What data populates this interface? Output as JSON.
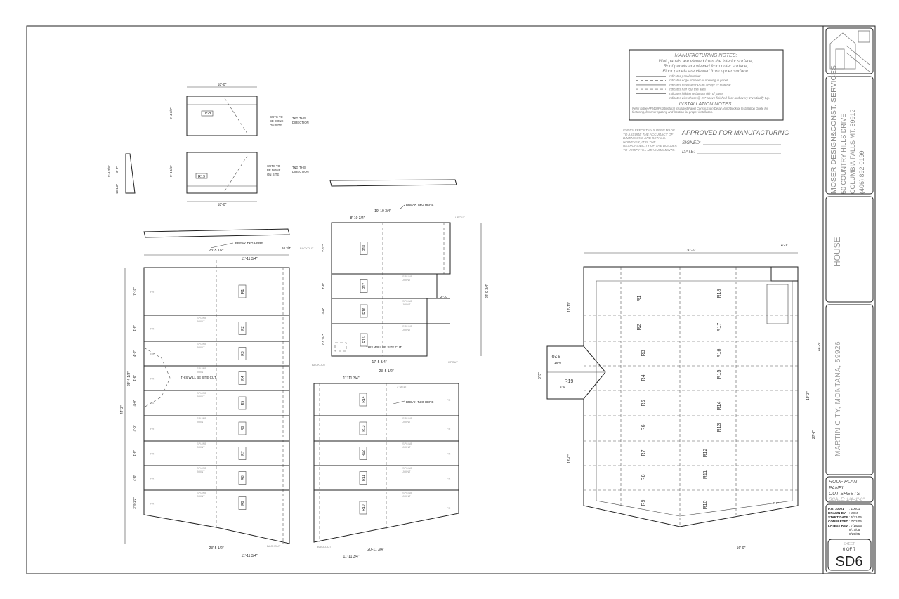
{
  "notes": {
    "title": "MANUFACTURING NOTES:",
    "lines": [
      "Wall panels are viewed from the interior surface,",
      "Roof panels are viewed from outer surface,",
      "Floor panels are viewed from upper surface."
    ],
    "legend": [
      "Indicates panel number",
      "Indicates edge of panel or opening in panel",
      "Indicates recessed EPS to accept 2x material",
      "Indicates half rout this area",
      "Indicates hidden or bottom skin of panel",
      "Indicates wire chase @ 15\" above finished floor and every 4' vertically typ."
    ],
    "install_title": "INSTALLATION NOTES:",
    "install_text": "Refer to the AFM/SIPs Structural Insulated Panel Construction Detail Hand book or Installation Guide for fastening, fastener spacing and location for proper installation."
  },
  "approval": {
    "disclaimer": "EVERY EFFORT HAS BEEN MADE TO ASSURE THE ACCURACY OF DIMENSIONS AND DETAILS. HOWEVER, IT IS THE RESPONSIBILITY OF THE BUILDER TO VERIFY ALL MEASUREMENTS.",
    "title": "APPROVED FOR MANUFACTURING",
    "signed": "SIGNED:",
    "date": "DATE:"
  },
  "title_block": {
    "company": "MOSER DESIGN&CONST. SERVICES",
    "address": "50 COUNTRY HILLS DRIVE",
    "city": "COLUMBIA FALLS MT. 59912",
    "phone": "(406) 892-0199",
    "project": "HOUSE",
    "location": "MARTIN CITY, MONTANA, 59926",
    "drawing_title": [
      "ROOF PLAN",
      "PANEL",
      "CUT SHEETS"
    ],
    "scale": "SCALE: 1/4=1'-0\"",
    "info": [
      [
        "P.O. 10001",
        ": 10001"
      ],
      [
        "DRAWN BY",
        ": JDM"
      ],
      [
        "START DATE",
        ": 5/31/05"
      ],
      [
        "COMPLETED",
        ": 7/02/05"
      ],
      [
        "LATEST REV.",
        ": 7/18/05"
      ],
      [
        "",
        "8/17/05"
      ],
      [
        "",
        "8/25/05"
      ]
    ],
    "sheet_label": "SHEET",
    "sheet_count": "6 OF 7",
    "sheet_id": "SD6"
  },
  "top_details": {
    "width_dim": "18'-0\"",
    "panel_r20": "R20",
    "panel_r19": "R19",
    "cuts_note": [
      "CUTS TO",
      "BE DONE",
      "ON SITE"
    ],
    "tg_note": [
      "T&G THIS",
      "DIRECTION"
    ],
    "heights": [
      "6'-4 3/8\"",
      "5'-4 1/2\""
    ],
    "small_dims": [
      "5'-9 3/8\"",
      "3'-3\"",
      "10 1/2\""
    ]
  },
  "left_panel": {
    "top_dim": "23'-5 1/2\"",
    "half_dim": "11'-11 3/4\"",
    "edge_dim": "10 3/4\"",
    "break_note": "BREAK T&G HERE",
    "site_cut": "THIS WILL BE SITE CUT",
    "overall": "44'-3\"",
    "partial": "29'-4 1/2\"",
    "rows": [
      "R9",
      "R8",
      "R7",
      "R6",
      "R5",
      "R4",
      "R3",
      "R2",
      "R1"
    ],
    "row_dims": [
      "7'-10\"",
      "4'-0\"",
      "4'-0\"",
      "4'-0\"",
      "4'-0\"",
      "4'-0\"",
      "4'-0\"",
      "4'-0\"",
      "3'-9 1/2\""
    ],
    "spline": "SPLINE",
    "joint": "JOINT",
    "backout": "BACKOUT",
    "fr": "FR"
  },
  "middle_top": {
    "top_dim": "19'-10 3/4\"",
    "left_dim": "8'-10 3/4\"",
    "bottom_dim": "17'-5 3/4\"",
    "break_note": "BREAK T&G HERE",
    "site_cut": "THIS WILL BE SITE CUT",
    "rows": [
      "R18",
      "R17",
      "R16",
      "R15"
    ],
    "side_dims": [
      "7'-11\"",
      "4'-0\"",
      "4'-0\"",
      "5'-1 3/4\""
    ],
    "step_dim": "2'-10\"",
    "overall": "22'-9 3/4\"",
    "upout": "UPOUT",
    "backout": "BACKOUT"
  },
  "middle_bottom": {
    "top_dim": "23'-5 1/2\"",
    "half_dim": "11'-11 3/4\"",
    "bottom_dim": "20'-11 3/4\"",
    "bottom_half": "11'-11 3/4\"",
    "break_note": "BREAK T&G HERE",
    "rows": [
      "R14",
      "R13",
      "R12",
      "R11",
      "R10"
    ],
    "ridge": "3\"MELT",
    "backout": "BACKOUT"
  },
  "roof_plan": {
    "overall_width": "30'-6\"",
    "bump_width": "4'-0\"",
    "bottom_width": "16'-0\"",
    "left_labels": [
      "R1",
      "R2",
      "R3",
      "R4",
      "R5",
      "R6",
      "R7",
      "R8",
      "R9"
    ],
    "right_labels": [
      "R18",
      "R17",
      "R16",
      "R15",
      "R14",
      "R13",
      "R12",
      "R11",
      "R10"
    ],
    "dormer_labels": [
      "R20",
      "R19"
    ],
    "dims_left": [
      "12'-11\"",
      "8'-5\"",
      "18'-0\"",
      "2'-0\"",
      "2'-0\""
    ],
    "dims_right": [
      "27'-7\"",
      "19'-3\"",
      "44'-3\"",
      "2'-0\""
    ],
    "dormer_dims": [
      "18'-0\"",
      "6'-0\"",
      "3'-9\""
    ]
  }
}
